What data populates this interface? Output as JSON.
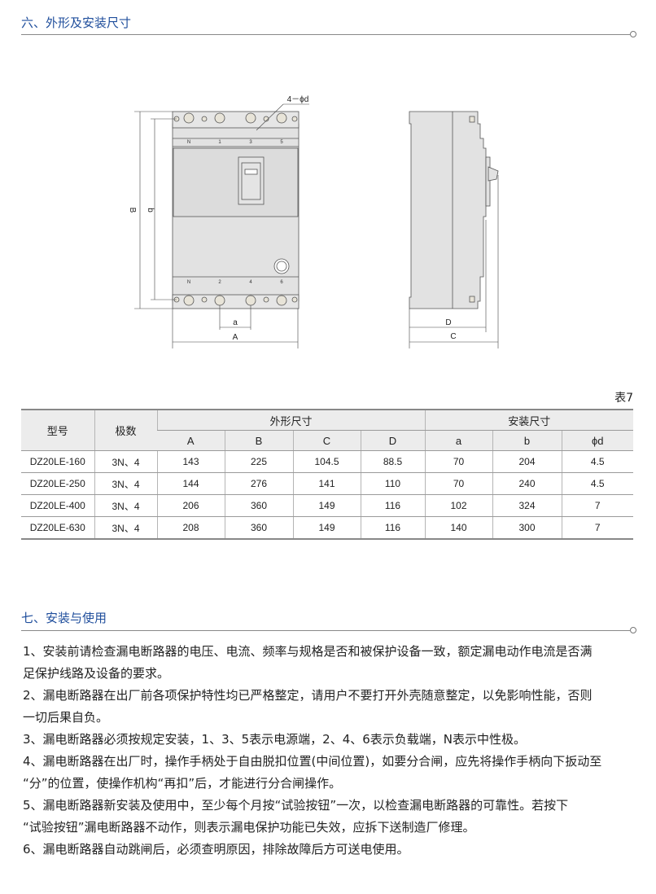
{
  "section6": {
    "title": "六、外形及安装尺寸"
  },
  "drawing": {
    "hole_label": "4－ϕd",
    "front_top_terminals": [
      "N",
      "1",
      "3",
      "5"
    ],
    "front_bottom_terminals": [
      "N",
      "2",
      "4",
      "6"
    ],
    "dim_B": "B",
    "dim_b": "b",
    "dim_a": "a",
    "dim_A": "A",
    "dim_D": "D",
    "dim_C": "C"
  },
  "table": {
    "caption": "表7",
    "headers": {
      "model": "型号",
      "poles": "极数",
      "outline": "外形尺寸",
      "install": "安装尺寸",
      "cols": [
        "A",
        "B",
        "C",
        "D",
        "a",
        "b",
        "ϕd"
      ]
    },
    "rows": [
      [
        "DZ20LE-160",
        "3N、4",
        "143",
        "225",
        "104.5",
        "88.5",
        "70",
        "204",
        "4.5"
      ],
      [
        "DZ20LE-250",
        "3N、4",
        "144",
        "276",
        "141",
        "110",
        "70",
        "240",
        "4.5"
      ],
      [
        "DZ20LE-400",
        "3N、4",
        "206",
        "360",
        "149",
        "116",
        "102",
        "324",
        "7"
      ],
      [
        "DZ20LE-630",
        "3N、4",
        "208",
        "360",
        "149",
        "116",
        "140",
        "300",
        "7"
      ]
    ]
  },
  "section7": {
    "title": "七、安装与使用",
    "lines": [
      "1、安装前请检查漏电断路器的电压、电流、频率与规格是否和被保护设备一致，额定漏电动作电流是否满",
      "足保护线路及设备的要求。",
      "2、漏电断路器在出厂前各项保护特性均已严格整定，请用户不要打开外壳随意整定，以免影响性能，否则",
      "一切后果自负。",
      "3、漏电断路器必须按规定安装，1、3、5表示电源端，2、4、6表示负载端，N表示中性极。",
      "4、漏电断路器在出厂时，操作手柄处于自由脱扣位置(中间位置)，如要分合闸，应先将操作手柄向下扳动至",
      "“分”的位置，使操作机构“再扣”后，才能进行分合闸操作。",
      "5、漏电断路器新安装及使用中，至少每个月按“试验按钮”一次，以检查漏电断路器的可靠性。若按下",
      "“试验按钮”漏电断路器不动作，则表示漏电保护功能已失效，应拆下送制造厂修理。",
      "6、漏电断路器自动跳闸后，必须查明原因，排除故障后方可送电使用。"
    ]
  }
}
